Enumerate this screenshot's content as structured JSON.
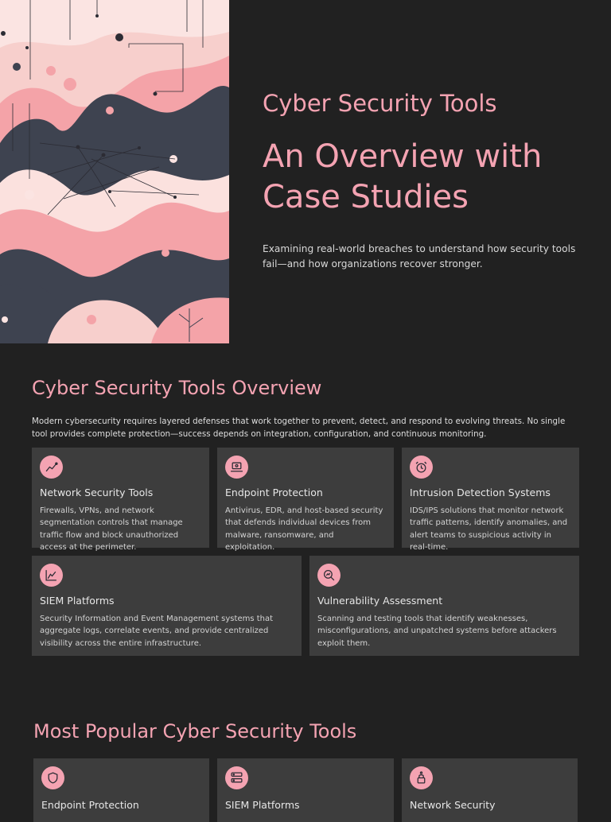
{
  "hero": {
    "kicker": "Cyber Security Tools",
    "headline_line1": "An Overview with",
    "headline_line2": "Case Studies",
    "lede": "Examining real-world breaches to understand how security tools fail—and how organizations recover stronger."
  },
  "overview": {
    "title": "Cyber Security Tools Overview",
    "intro": "Modern cybersecurity requires layered defenses that work together to prevent, detect, and respond to evolving threats. No single tool provides complete protection—success depends on integration, configuration, and continuous monitoring.",
    "cards": [
      {
        "icon": "chart-line-icon",
        "title": "Network Security Tools",
        "desc": "Firewalls, VPNs, and network segmentation controls that manage traffic flow and block unauthorized access at the perimeter."
      },
      {
        "icon": "laptop-icon",
        "title": "Endpoint Protection",
        "desc": "Antivirus, EDR, and host-based security that defends individual devices from malware, ransomware, and exploitation."
      },
      {
        "icon": "alarm-icon",
        "title": "Intrusion Detection Systems",
        "desc": "IDS/IPS solutions that monitor network traffic patterns, identify anomalies, and alert teams to suspicious activity in real-time."
      },
      {
        "icon": "chart-area-icon",
        "title": "SIEM Platforms",
        "desc": "Security Information and Event Management systems that aggregate logs, correlate events, and provide centralized visibility across the entire infrastructure."
      },
      {
        "icon": "magnifier-chart-icon",
        "title": "Vulnerability Assessment",
        "desc": "Scanning and testing tools that identify weaknesses, misconfigurations, and unpatched systems before attackers exploit them."
      }
    ]
  },
  "popular": {
    "title": "Most Popular Cyber Security Tools",
    "cards": [
      {
        "icon": "shield-icon",
        "title": "Endpoint Protection"
      },
      {
        "icon": "server-icon",
        "title": "SIEM Platforms"
      },
      {
        "icon": "network-lock-icon",
        "title": "Network Security"
      }
    ]
  },
  "colors": {
    "background": "#212121",
    "card": "#3d3d3d",
    "accent": "#f4a3b2"
  }
}
